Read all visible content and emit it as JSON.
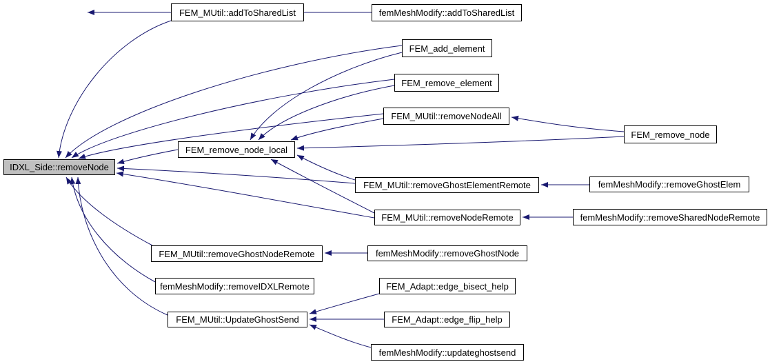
{
  "diagram": {
    "type": "caller-graph",
    "highlighted_node": "IDXL_Side::removeNode",
    "colors": {
      "edge": "#191970",
      "node_border": "#000000",
      "node_fill": "#ffffff",
      "highlight_fill": "#c0c0c0",
      "background": "#ffffff"
    },
    "nodes": [
      {
        "id": "mutil-addtosharedlist",
        "label": "FEM_MUtil::addToSharedList"
      },
      {
        "id": "fmm-addtosharedlist",
        "label": "femMeshModify::addToSharedList"
      },
      {
        "id": "fem-add-element",
        "label": "FEM_add_element"
      },
      {
        "id": "fem-remove-element",
        "label": "FEM_remove_element"
      },
      {
        "id": "mutil-removenodeall",
        "label": "FEM_MUtil::removeNodeAll"
      },
      {
        "id": "fem-remove-node",
        "label": "FEM_remove_node"
      },
      {
        "id": "fem-remove-node-local",
        "label": "FEM_remove_node_local"
      },
      {
        "id": "idxl-side-removenode",
        "label": "IDXL_Side::removeNode",
        "highlighted": true
      },
      {
        "id": "mutil-removeghostelementremote",
        "label": "FEM_MUtil::removeGhostElementRemote"
      },
      {
        "id": "fmm-removeghostelem",
        "label": "femMeshModify::removeGhostElem"
      },
      {
        "id": "mutil-removenoderemote",
        "label": "FEM_MUtil::removeNodeRemote"
      },
      {
        "id": "fmm-removesharednoderemote",
        "label": "femMeshModify::removeSharedNodeRemote"
      },
      {
        "id": "mutil-removeghostnoderemote",
        "label": "FEM_MUtil::removeGhostNodeRemote"
      },
      {
        "id": "fmm-removeghostnode",
        "label": "femMeshModify::removeGhostNode"
      },
      {
        "id": "fmm-removeidxlremote",
        "label": "femMeshModify::removeIDXLRemote"
      },
      {
        "id": "adapt-edge-bisect-help",
        "label": "FEM_Adapt::edge_bisect_help"
      },
      {
        "id": "mutil-updateghostsend",
        "label": "FEM_MUtil::UpdateGhostSend"
      },
      {
        "id": "adapt-edge-flip-help",
        "label": "FEM_Adapt::edge_flip_help"
      },
      {
        "id": "fmm-updateghostsend",
        "label": "femMeshModify::updateghostsend"
      }
    ],
    "edges": [
      {
        "from": "femMeshModify::addToSharedList",
        "to": "FEM_MUtil::addToSharedList"
      },
      {
        "from": "FEM_MUtil::addToSharedList",
        "to": "IDXL_Side::removeNode"
      },
      {
        "from": "FEM_add_element",
        "to": "IDXL_Side::removeNode"
      },
      {
        "from": "FEM_remove_element",
        "to": "IDXL_Side::removeNode"
      },
      {
        "from": "FEM_MUtil::removeNodeAll",
        "to": "IDXL_Side::removeNode"
      },
      {
        "from": "FEM_remove_node_local",
        "to": "IDXL_Side::removeNode"
      },
      {
        "from": "FEM_MUtil::removeGhostElementRemote",
        "to": "IDXL_Side::removeNode"
      },
      {
        "from": "FEM_MUtil::removeNodeRemote",
        "to": "IDXL_Side::removeNode"
      },
      {
        "from": "FEM_MUtil::removeGhostNodeRemote",
        "to": "IDXL_Side::removeNode"
      },
      {
        "from": "femMeshModify::removeIDXLRemote",
        "to": "IDXL_Side::removeNode"
      },
      {
        "from": "FEM_MUtil::UpdateGhostSend",
        "to": "IDXL_Side::removeNode"
      },
      {
        "from": "FEM_add_element",
        "to": "FEM_remove_node_local"
      },
      {
        "from": "FEM_remove_element",
        "to": "FEM_remove_node_local"
      },
      {
        "from": "FEM_MUtil::removeNodeAll",
        "to": "FEM_remove_node_local"
      },
      {
        "from": "FEM_remove_node",
        "to": "FEM_remove_node_local"
      },
      {
        "from": "FEM_MUtil::removeGhostElementRemote",
        "to": "FEM_remove_node_local"
      },
      {
        "from": "FEM_MUtil::removeNodeRemote",
        "to": "FEM_remove_node_local"
      },
      {
        "from": "FEM_remove_node",
        "to": "FEM_MUtil::removeNodeAll"
      },
      {
        "from": "femMeshModify::removeGhostElem",
        "to": "FEM_MUtil::removeGhostElementRemote"
      },
      {
        "from": "femMeshModify::removeSharedNodeRemote",
        "to": "FEM_MUtil::removeNodeRemote"
      },
      {
        "from": "femMeshModify::removeGhostNode",
        "to": "FEM_MUtil::removeGhostNodeRemote"
      },
      {
        "from": "FEM_Adapt::edge_bisect_help",
        "to": "FEM_MUtil::UpdateGhostSend"
      },
      {
        "from": "FEM_Adapt::edge_flip_help",
        "to": "FEM_MUtil::UpdateGhostSend"
      },
      {
        "from": "femMeshModify::updateghostsend",
        "to": "FEM_MUtil::UpdateGhostSend"
      }
    ]
  }
}
